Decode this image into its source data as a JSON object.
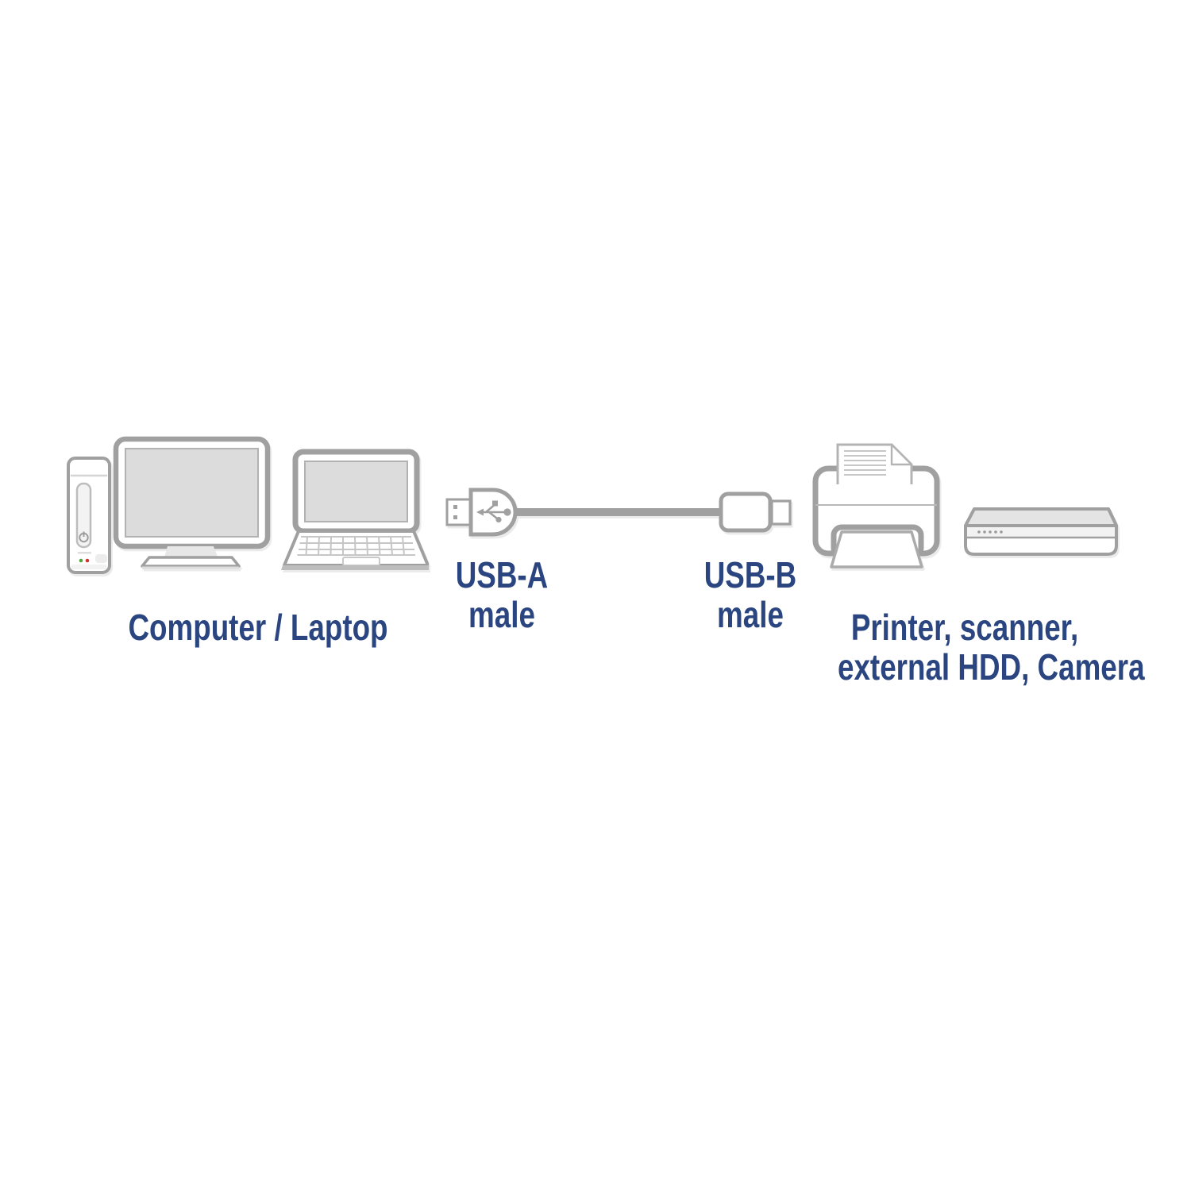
{
  "labels": {
    "computer": "Computer / Laptop",
    "usb_a_line1": "USB-A",
    "usb_a_line2": "male",
    "usb_b_line1": "USB-B",
    "usb_b_line2": "male",
    "peripherals_line1": "Printer, scanner,",
    "peripherals_line2": "external HDD, Camera"
  },
  "colors": {
    "background": "#ffffff",
    "label_text": "#2a4580",
    "device_outline": "#a0a0a0",
    "light_outline": "#c6c6c6",
    "screen_fill": "#dcdcdc",
    "led_green": "#50a53c",
    "led_red": "#cf352c"
  }
}
